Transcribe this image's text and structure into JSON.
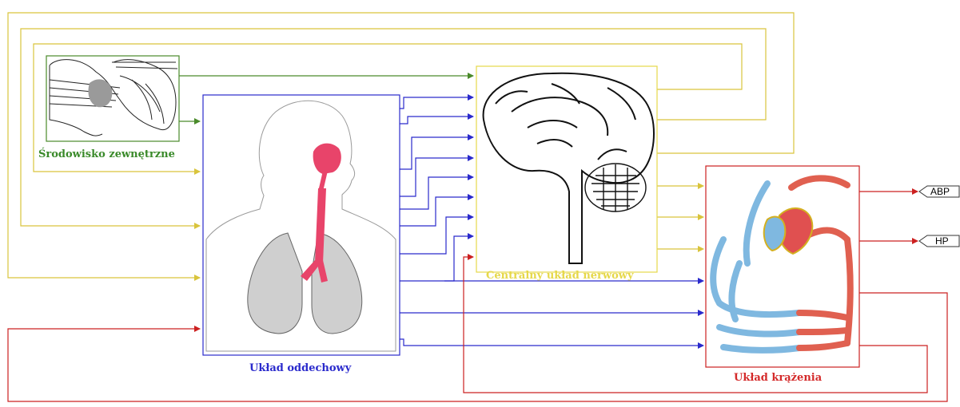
{
  "blocks": {
    "environment": {
      "label": "Środowisko zewnętrzne",
      "color": "#3a8a2a"
    },
    "respiratory": {
      "label": "Układ oddechowy",
      "color": "#2a2acc"
    },
    "cns": {
      "label": "Centralny układ nerwowy",
      "color": "#e6d84a"
    },
    "circulatory": {
      "label": "Układ krążenia",
      "color": "#d42a2a"
    }
  },
  "outputs": {
    "abp": "ABP",
    "hp": "HP"
  },
  "colors": {
    "yellow_line": "#d9c43c",
    "green_line": "#4a8a2a",
    "blue_line": "#2a2acc",
    "red_line": "#cc2020"
  }
}
